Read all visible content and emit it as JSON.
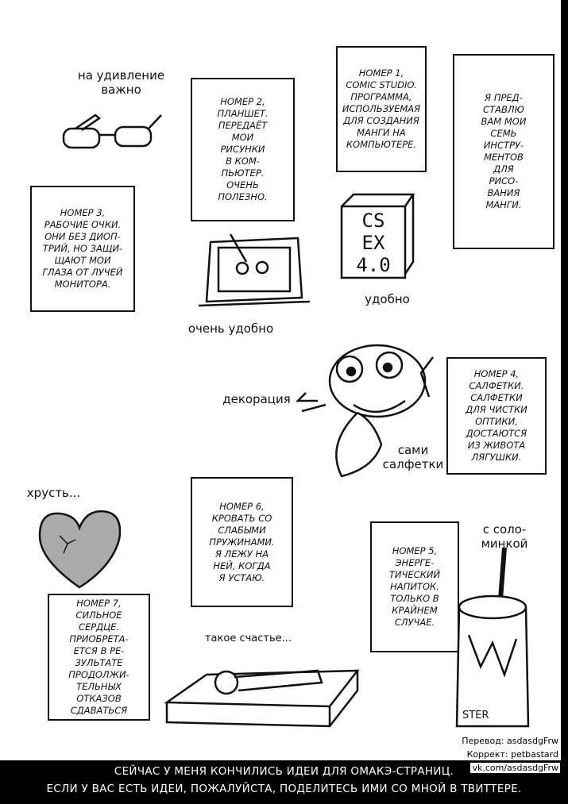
{
  "boxes": {
    "item1": "Номер 1,\ncomic studio.\nпрограмма,\nиспользуемая\nдля создания\nманги на\nкомпьютере.",
    "intro": "Я пред-\nставлю\nвам мои\nсемь\nинстру-\nментов\nдля\nрисо-\nвания\nманги.",
    "item2": "Номер 2,\nпланшет.\nпередаёт\nмои\nрисунки\nв ком-\nпьютер.\nочень\nполезно.",
    "item3": "Номер 3,\nрабочие очки.\nони без диоп-\nтрий, но защи-\nщают мои\nглаза от лучей\nмонитора.",
    "item4": "Номер 4,\nсалфетки.\nсалфетки\nдля чистки\nоптики,\nдостаются\nиз живота\nлягушки.",
    "item6": "Номер 6,\nкровать со\nслабыми\nпружинами.\nя лежу на\nней, когда\nя устаю.",
    "item5": "Номер 5,\nэнерге-\nтический\nнапиток.\nтолько в\nкрайнем\nслучае.",
    "item7": "Номер 7,\nсильное\nсердце.\nприобрета-\nется в ре-\nзультате\nпродолжи-\nтельных\nотказов\nсдаваться"
  },
  "captions": {
    "glasses": "на удивление\nважно",
    "tablet": "очень удобно",
    "software": "удобно",
    "decoration": "декорация",
    "tissues": "сами\nсалфетки",
    "heart": "хрусть...",
    "straw": "с соло-\nминкой",
    "bed": "такое счастье..."
  },
  "drawings": {
    "software_box": [
      "CS",
      "EX",
      "4.0"
    ],
    "can_label": "STER"
  },
  "credits": {
    "translation": "Перевод: asdasdgFrw",
    "proofreading": "Коррект: petbastard",
    "link": "vk.com/asdasdgFrw"
  },
  "footer": {
    "line1": "Сейчас у меня кончились идеи для омакэ-страниц.",
    "line2": "Если у вас есть идеи, пожалуйста, поделитесь ими со мной в твиттере."
  }
}
